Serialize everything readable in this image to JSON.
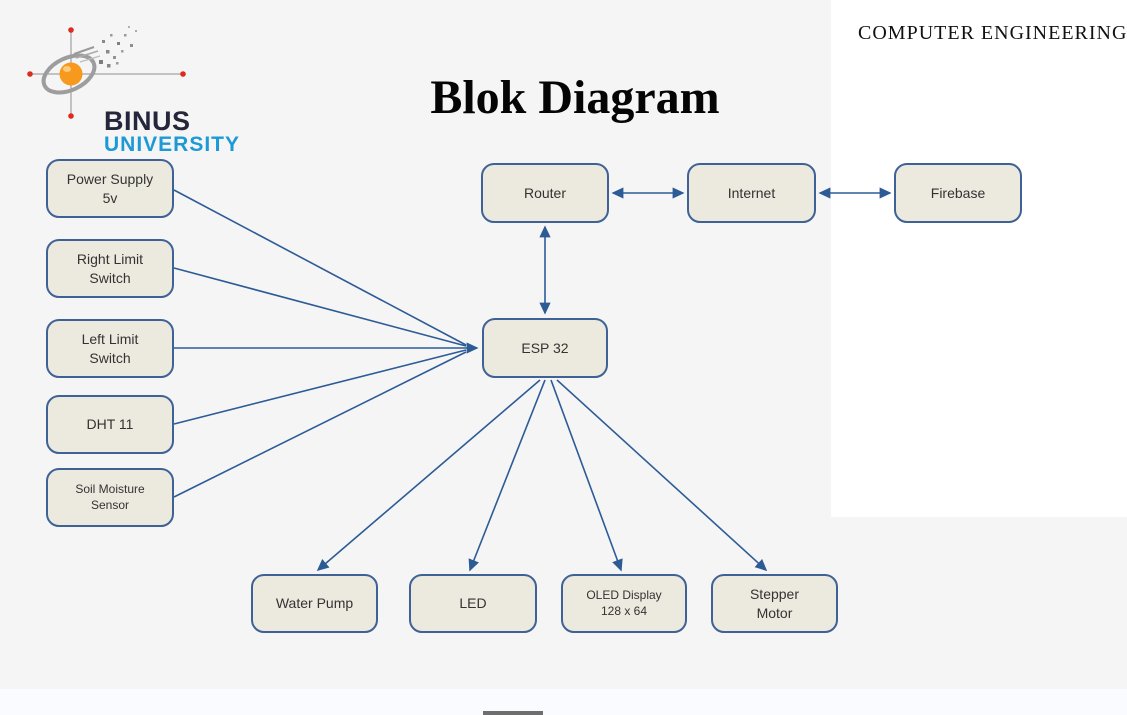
{
  "header": {
    "title": "Blok Diagram",
    "course": "COMPUTER ENGINEERING"
  },
  "logo": {
    "word1": "BINUS",
    "word2": "UNIVERSITY"
  },
  "nodes": {
    "power_supply": {
      "label": "Power Supply\n5v"
    },
    "right_limit_switch": {
      "label": "Right Limit\nSwitch"
    },
    "left_limit_switch": {
      "label": "Left Limit\nSwitch"
    },
    "dht11": {
      "label": "DHT 11"
    },
    "soil_moisture_sensor": {
      "label": "Soil Moisture\nSensor"
    },
    "router": {
      "label": "Router"
    },
    "internet": {
      "label": "Internet"
    },
    "firebase": {
      "label": "Firebase"
    },
    "esp32": {
      "label": "ESP 32"
    },
    "water_pump": {
      "label": "Water Pump"
    },
    "led": {
      "label": "LED"
    },
    "oled_display": {
      "label": "OLED Display\n128 x 64"
    },
    "stepper_motor": {
      "label": "Stepper\nMotor"
    }
  },
  "edges": [
    {
      "from": "power_supply",
      "to": "esp32",
      "direction": "one-way"
    },
    {
      "from": "right_limit_switch",
      "to": "esp32",
      "direction": "one-way"
    },
    {
      "from": "left_limit_switch",
      "to": "esp32",
      "direction": "one-way"
    },
    {
      "from": "dht11",
      "to": "esp32",
      "direction": "one-way"
    },
    {
      "from": "soil_moisture_sensor",
      "to": "esp32",
      "direction": "one-way"
    },
    {
      "from": "router",
      "to": "esp32",
      "direction": "two-way"
    },
    {
      "from": "router",
      "to": "internet",
      "direction": "two-way"
    },
    {
      "from": "internet",
      "to": "firebase",
      "direction": "two-way"
    },
    {
      "from": "esp32",
      "to": "water_pump",
      "direction": "one-way"
    },
    {
      "from": "esp32",
      "to": "led",
      "direction": "one-way"
    },
    {
      "from": "esp32",
      "to": "oled_display",
      "direction": "one-way"
    },
    {
      "from": "esp32",
      "to": "stepper_motor",
      "direction": "one-way"
    }
  ],
  "colors": {
    "background": "#f5f5f5",
    "panel_white": "#ffffff",
    "box_fill": "#ece9de",
    "box_border": "#3e6296",
    "arrow": "#2d5b96",
    "binus_blue": "#1d9ad6",
    "logo_orange": "#f6991d",
    "logo_red": "#dd2b1c"
  }
}
